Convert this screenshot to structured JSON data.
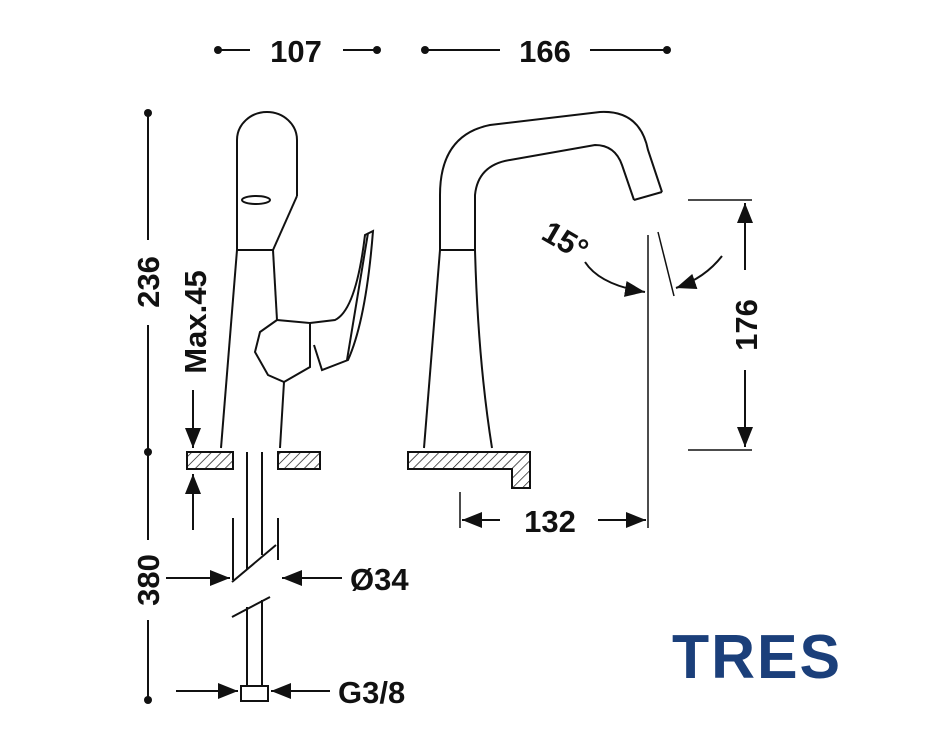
{
  "dimensions": {
    "width_left": "107",
    "width_right": "166",
    "height_faucet": "236",
    "max_thickness": "Max.45",
    "hose_length": "380",
    "hole_diameter": "Ø34",
    "connection": "G3/8",
    "angle": "15°",
    "spout_height": "176",
    "spout_reach": "132"
  },
  "logo": {
    "text": "TRES",
    "color": "#1b3f7a"
  }
}
